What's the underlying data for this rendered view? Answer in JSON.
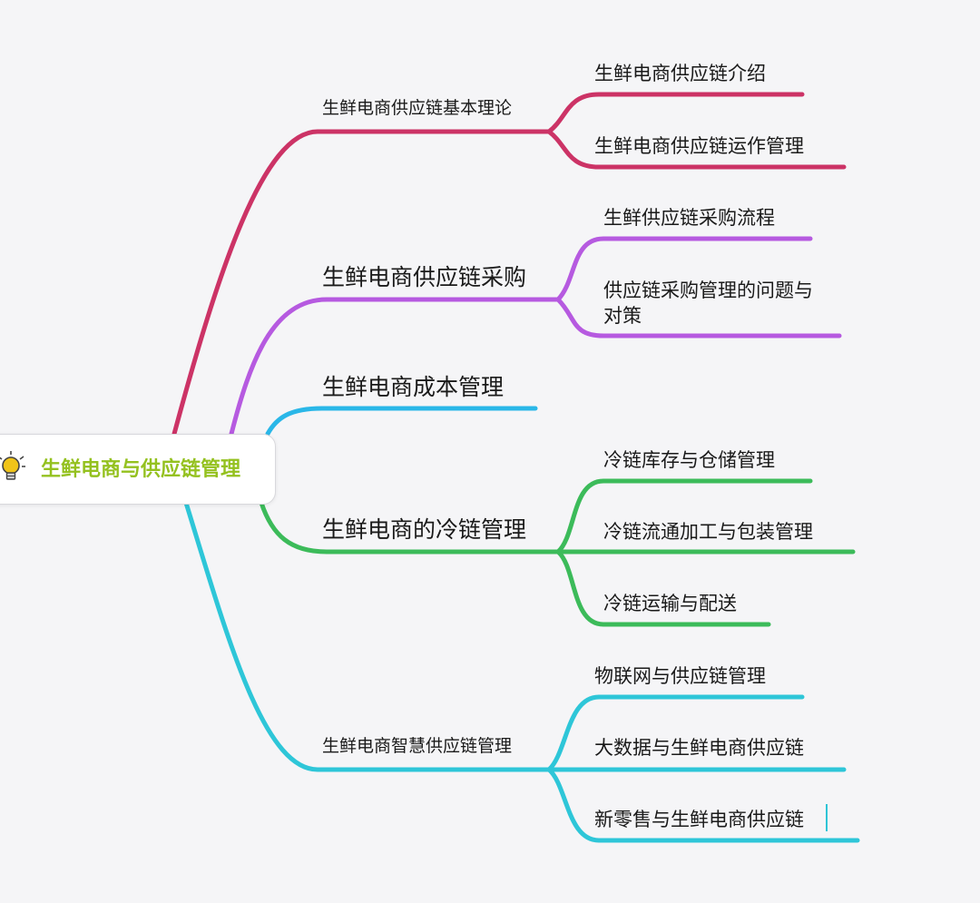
{
  "colors": {
    "branch_theory": "#cc3366",
    "branch_purchase": "#b65ae0",
    "branch_cost": "#2ab7e8",
    "branch_cold_chain": "#3cbb5a",
    "branch_smart": "#2ec6d8",
    "root_text": "#94c11f",
    "root_icon": "#f0c419"
  },
  "root": {
    "icon": "lightbulb-icon",
    "label": "生鲜电商与供应链管理"
  },
  "branches": [
    {
      "id": "theory",
      "label": "生鲜电商供应链基本理论",
      "children": [
        "生鲜电商供应链介绍",
        "生鲜电商供应链运作管理"
      ]
    },
    {
      "id": "purchase",
      "label": "生鲜电商供应链采购",
      "children": [
        "生鲜供应链采购流程",
        "供应链采购管理的问题与对策"
      ]
    },
    {
      "id": "cost",
      "label": "生鲜电商成本管理",
      "children": []
    },
    {
      "id": "cold_chain",
      "label": "生鲜电商的冷链管理",
      "children": [
        "冷链库存与仓储管理",
        "冷链流通加工与包装管理",
        "冷链运输与配送"
      ]
    },
    {
      "id": "smart",
      "label": "生鲜电商智慧供应链管理",
      "children": [
        "物联网与供应链管理",
        "大数据与生鲜电商供应链",
        "新零售与生鲜电商供应链"
      ]
    }
  ]
}
